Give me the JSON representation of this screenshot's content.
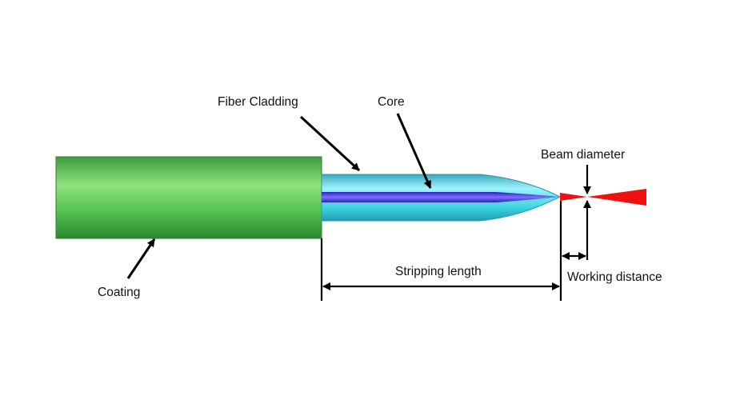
{
  "labels": {
    "fiber_cladding": "Fiber Cladding",
    "core": "Core",
    "beam_diameter": "Beam diameter",
    "coating": "Coating",
    "stripping_length": "Stripping length",
    "working_distance": "Working distance"
  },
  "colors": {
    "coating": "#4cb84c",
    "cladding": "#33d6e6",
    "core": "#3b2fd6",
    "beam": "#ee1111",
    "annotation": "#000000"
  }
}
